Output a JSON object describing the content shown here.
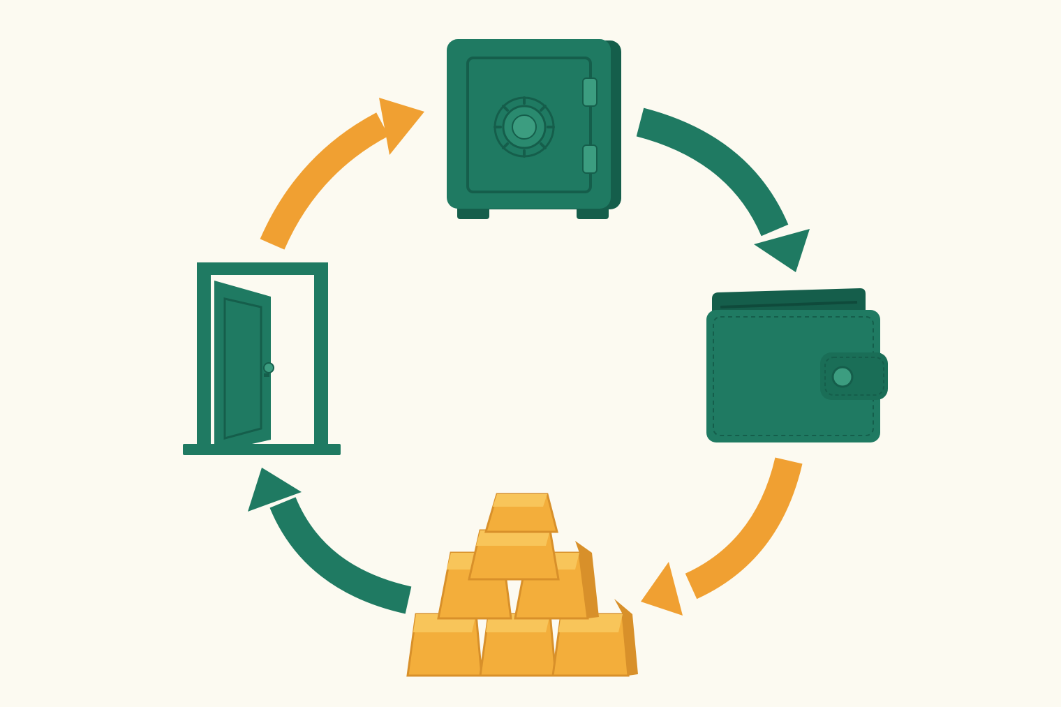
{
  "diagram": {
    "type": "cycle",
    "direction": "clockwise",
    "nodes": [
      {
        "id": "safe",
        "icon": "safe-icon"
      },
      {
        "id": "wallet",
        "icon": "wallet-icon"
      },
      {
        "id": "gold",
        "icon": "gold-bars-icon"
      },
      {
        "id": "door",
        "icon": "open-door-icon"
      }
    ],
    "edges": [
      {
        "from": "door",
        "to": "safe",
        "color": "orange"
      },
      {
        "from": "safe",
        "to": "wallet",
        "color": "green"
      },
      {
        "from": "wallet",
        "to": "gold",
        "color": "orange"
      },
      {
        "from": "gold",
        "to": "door",
        "color": "green"
      }
    ]
  },
  "colors": {
    "background": "#FCFAF1",
    "green": "#1F7A62",
    "green_dark": "#155E4B",
    "green_light": "#3C9D80",
    "orange": "#F0A032",
    "gold": "#F3AE3B",
    "gold_light": "#F8C55A",
    "gold_dark": "#D8902A"
  }
}
